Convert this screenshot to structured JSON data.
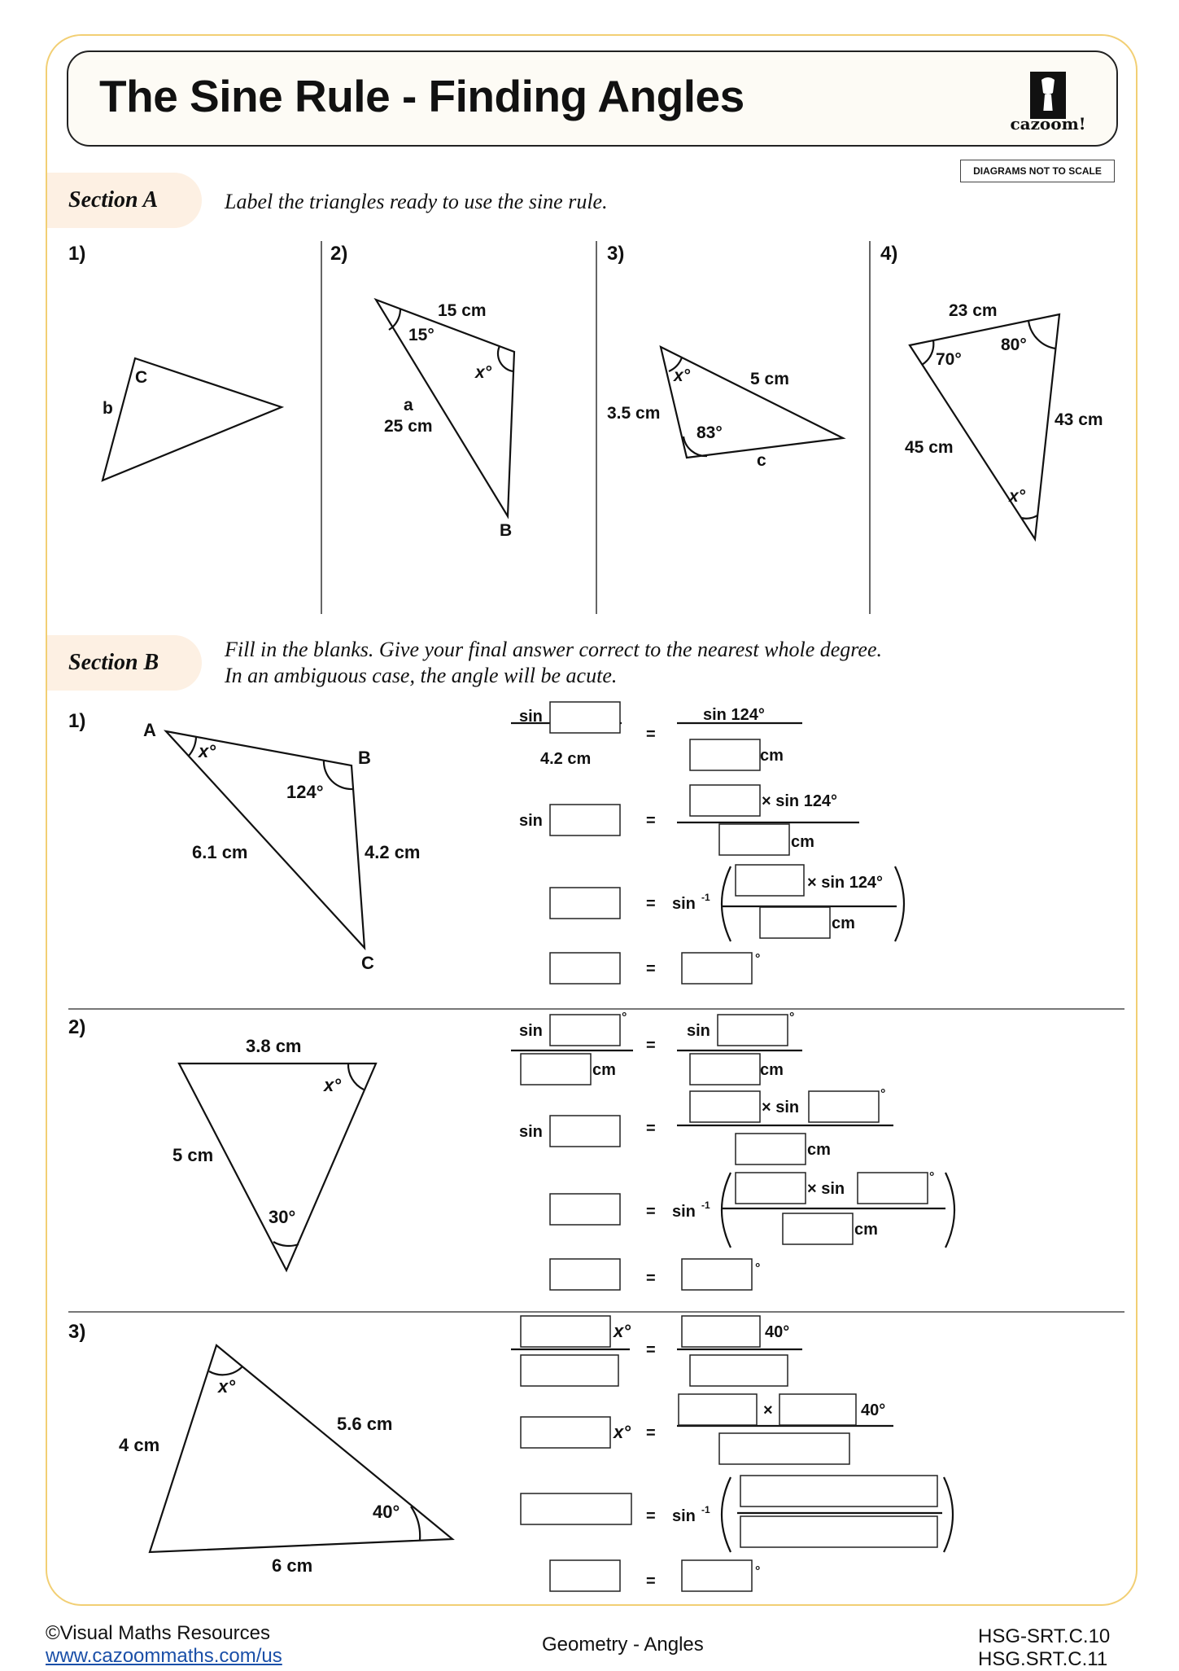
{
  "header": {
    "title": "The Sine Rule - Finding Angles",
    "logo_text": "cazoom!",
    "scale_note": "DIAGRAMS NOT TO SCALE"
  },
  "section_a": {
    "label": "Section A",
    "instruction": "Label the triangles ready to use the sine rule.",
    "q1": {
      "num": "1)",
      "labels": {
        "C": "C",
        "b": "b"
      }
    },
    "q2": {
      "num": "2)",
      "labels": {
        "side_top": "15 cm",
        "angle_top": "15°",
        "angle_right": "x°",
        "a": "a",
        "side_left": "25 cm",
        "B": "B"
      }
    },
    "q3": {
      "num": "3)",
      "labels": {
        "angle_top": "x°",
        "side_top": "5 cm",
        "side_left": "3.5 cm",
        "angle_bottom": "83°",
        "c": "c"
      }
    },
    "q4": {
      "num": "4)",
      "labels": {
        "side_top": "23 cm",
        "angle_left": "70°",
        "angle_right": "80°",
        "side_right": "43 cm",
        "side_left": "45 cm",
        "angle_bottom": "x°"
      }
    }
  },
  "section_b": {
    "label": "Section B",
    "instruction_1": "Fill in the blanks. Give your final answer correct to the nearest whole degree.",
    "instruction_2": "In an ambiguous case, the angle will be acute.",
    "q1": {
      "num": "1)",
      "labels": {
        "A": "A",
        "angle_x": "x°",
        "B": "B",
        "angle_b": "124°",
        "side_ac": "6.1 cm",
        "side_bc": "4.2 cm",
        "C": "C"
      },
      "t": {
        "sin": "sin",
        "eq": "=",
        "den_left": "4.2 cm",
        "num_right": "sin 124°",
        "cm": "cm",
        "times_sin": "× sin 124°",
        "sin_inv": "sin",
        "inv": "-1",
        "deg": "°"
      }
    },
    "q2": {
      "num": "2)",
      "labels": {
        "side_top": "3.8 cm",
        "angle_x": "x°",
        "side_left": "5 cm",
        "angle_bottom": "30°"
      },
      "t": {
        "sin": "sin",
        "eq": "=",
        "cm": "cm",
        "times_sin": "× sin",
        "sin_inv": "sin",
        "inv": "-1",
        "deg": "°"
      }
    },
    "q3": {
      "num": "3)",
      "labels": {
        "angle_x": "x°",
        "side_right": "5.6 cm",
        "side_left": "4 cm",
        "angle_right": "40°",
        "side_bottom": "6 cm"
      },
      "t": {
        "x": "x°",
        "forty": "40°",
        "eq": "=",
        "times": "×",
        "sin_inv": "sin",
        "inv": "-1",
        "deg": "°"
      }
    }
  },
  "footer": {
    "copyright": "©Visual Maths Resources",
    "url": "www.cazoommaths.com/us",
    "topic": "Geometry - Angles",
    "standard_1": "HSG-SRT.C.10",
    "standard_2": "HSG.SRT.C.11"
  }
}
